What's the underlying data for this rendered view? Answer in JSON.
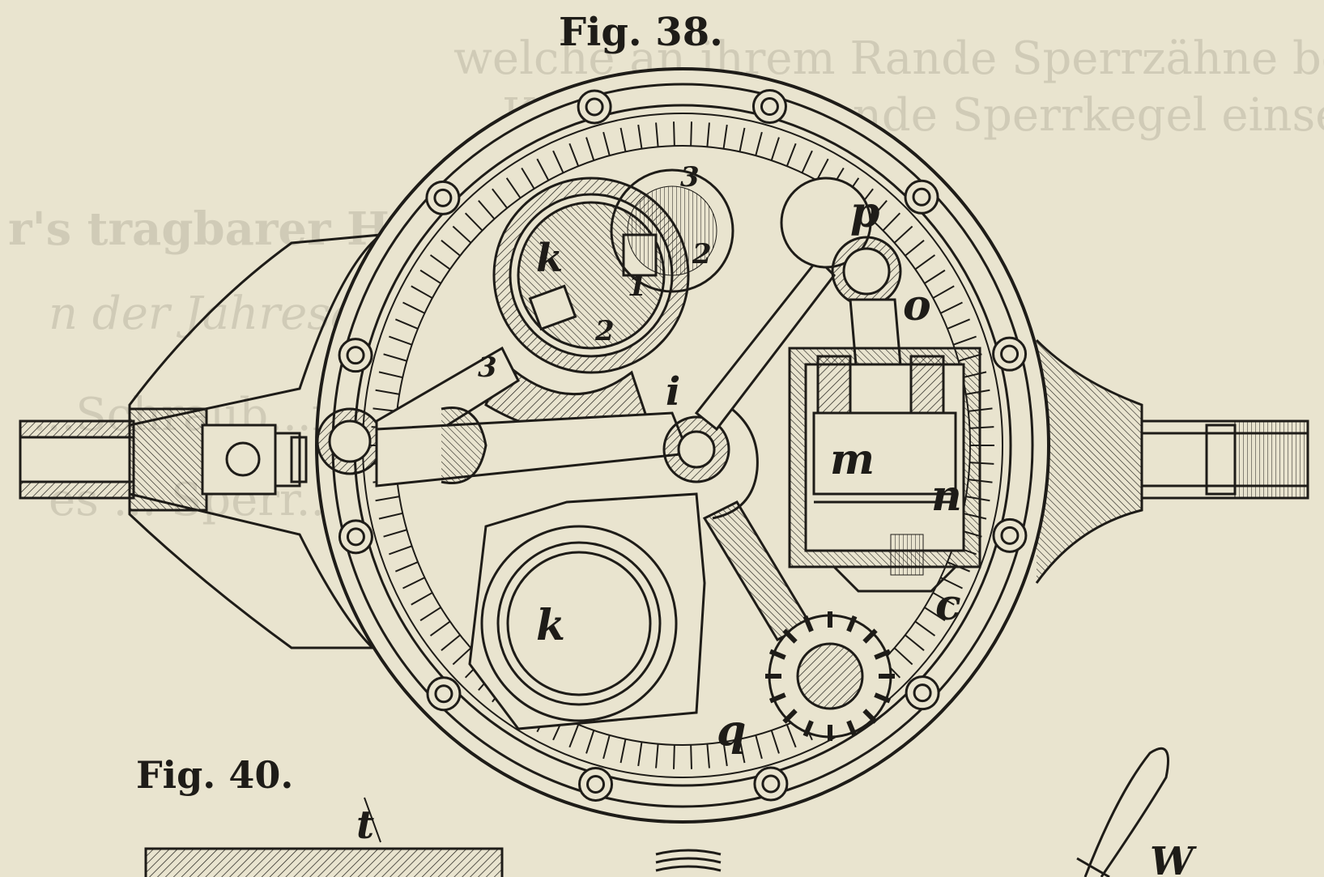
{
  "background_color": "#e9e4cf",
  "ink_color": "#1e1c18",
  "ghost_text_color": "#bdb8a4",
  "captions": {
    "fig38": "Fig. 38.",
    "fig40": "Fig. 40."
  },
  "ghost_text": [
    "welche an ihrem Rande Sperrzähne besitzt",
    "Kopfstück sitzende Sperrkegel einsetzt.",
    "r's tragbarer Hebe- und Druckluftbe",
    "n der Jahresausstellung in Wien",
    "...Schraub...ruck... wird... Bo",
    "es ... Sperr... ...ert... ...auf d"
  ],
  "labels": {
    "k_upper": "k",
    "k_lower": "k",
    "num_1": "1",
    "num_2_left": "2",
    "num_2_right": "2",
    "num_3_top": "3",
    "num_3_left": "3",
    "i": "i",
    "p": "p",
    "o": "o",
    "m": "m",
    "n": "n",
    "c": "c",
    "q": "q",
    "t": "t",
    "w": "W"
  }
}
